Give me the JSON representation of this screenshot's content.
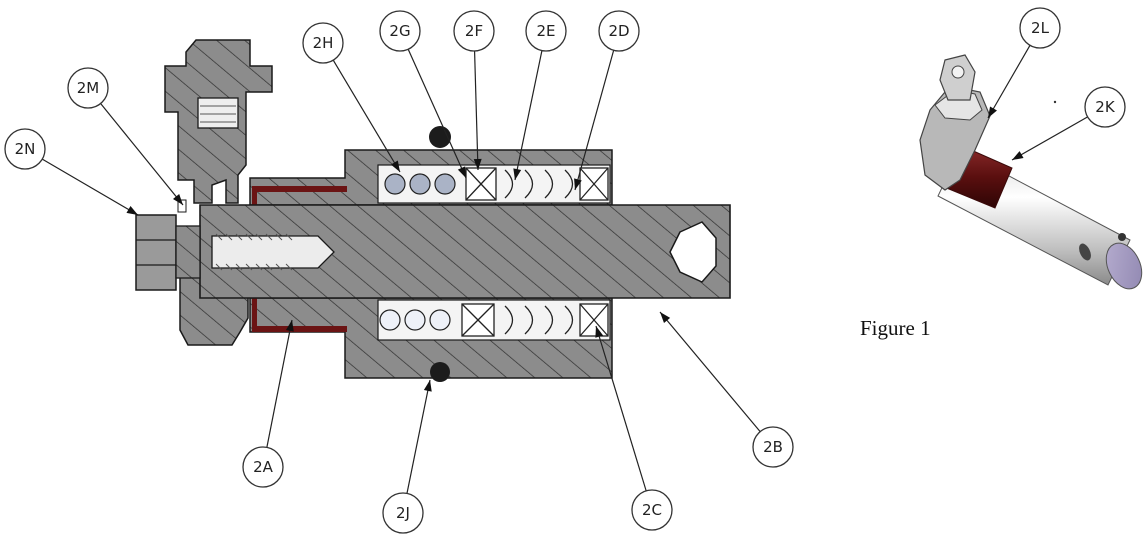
{
  "figure": {
    "caption": "Figure 1",
    "colors": {
      "section_fill": "#8c8c8c",
      "hatch": "#2e2e2e",
      "outline": "#1a1a1a",
      "seal_red": "#6b1414",
      "bore_fill": "#ececec"
    },
    "section_view": {
      "callouts": [
        "2A",
        "2B",
        "2C",
        "2D",
        "2E",
        "2F",
        "2G",
        "2H",
        "2J",
        "2M",
        "2N"
      ]
    },
    "iso_view": {
      "callouts": [
        "2K",
        "2L"
      ]
    }
  }
}
